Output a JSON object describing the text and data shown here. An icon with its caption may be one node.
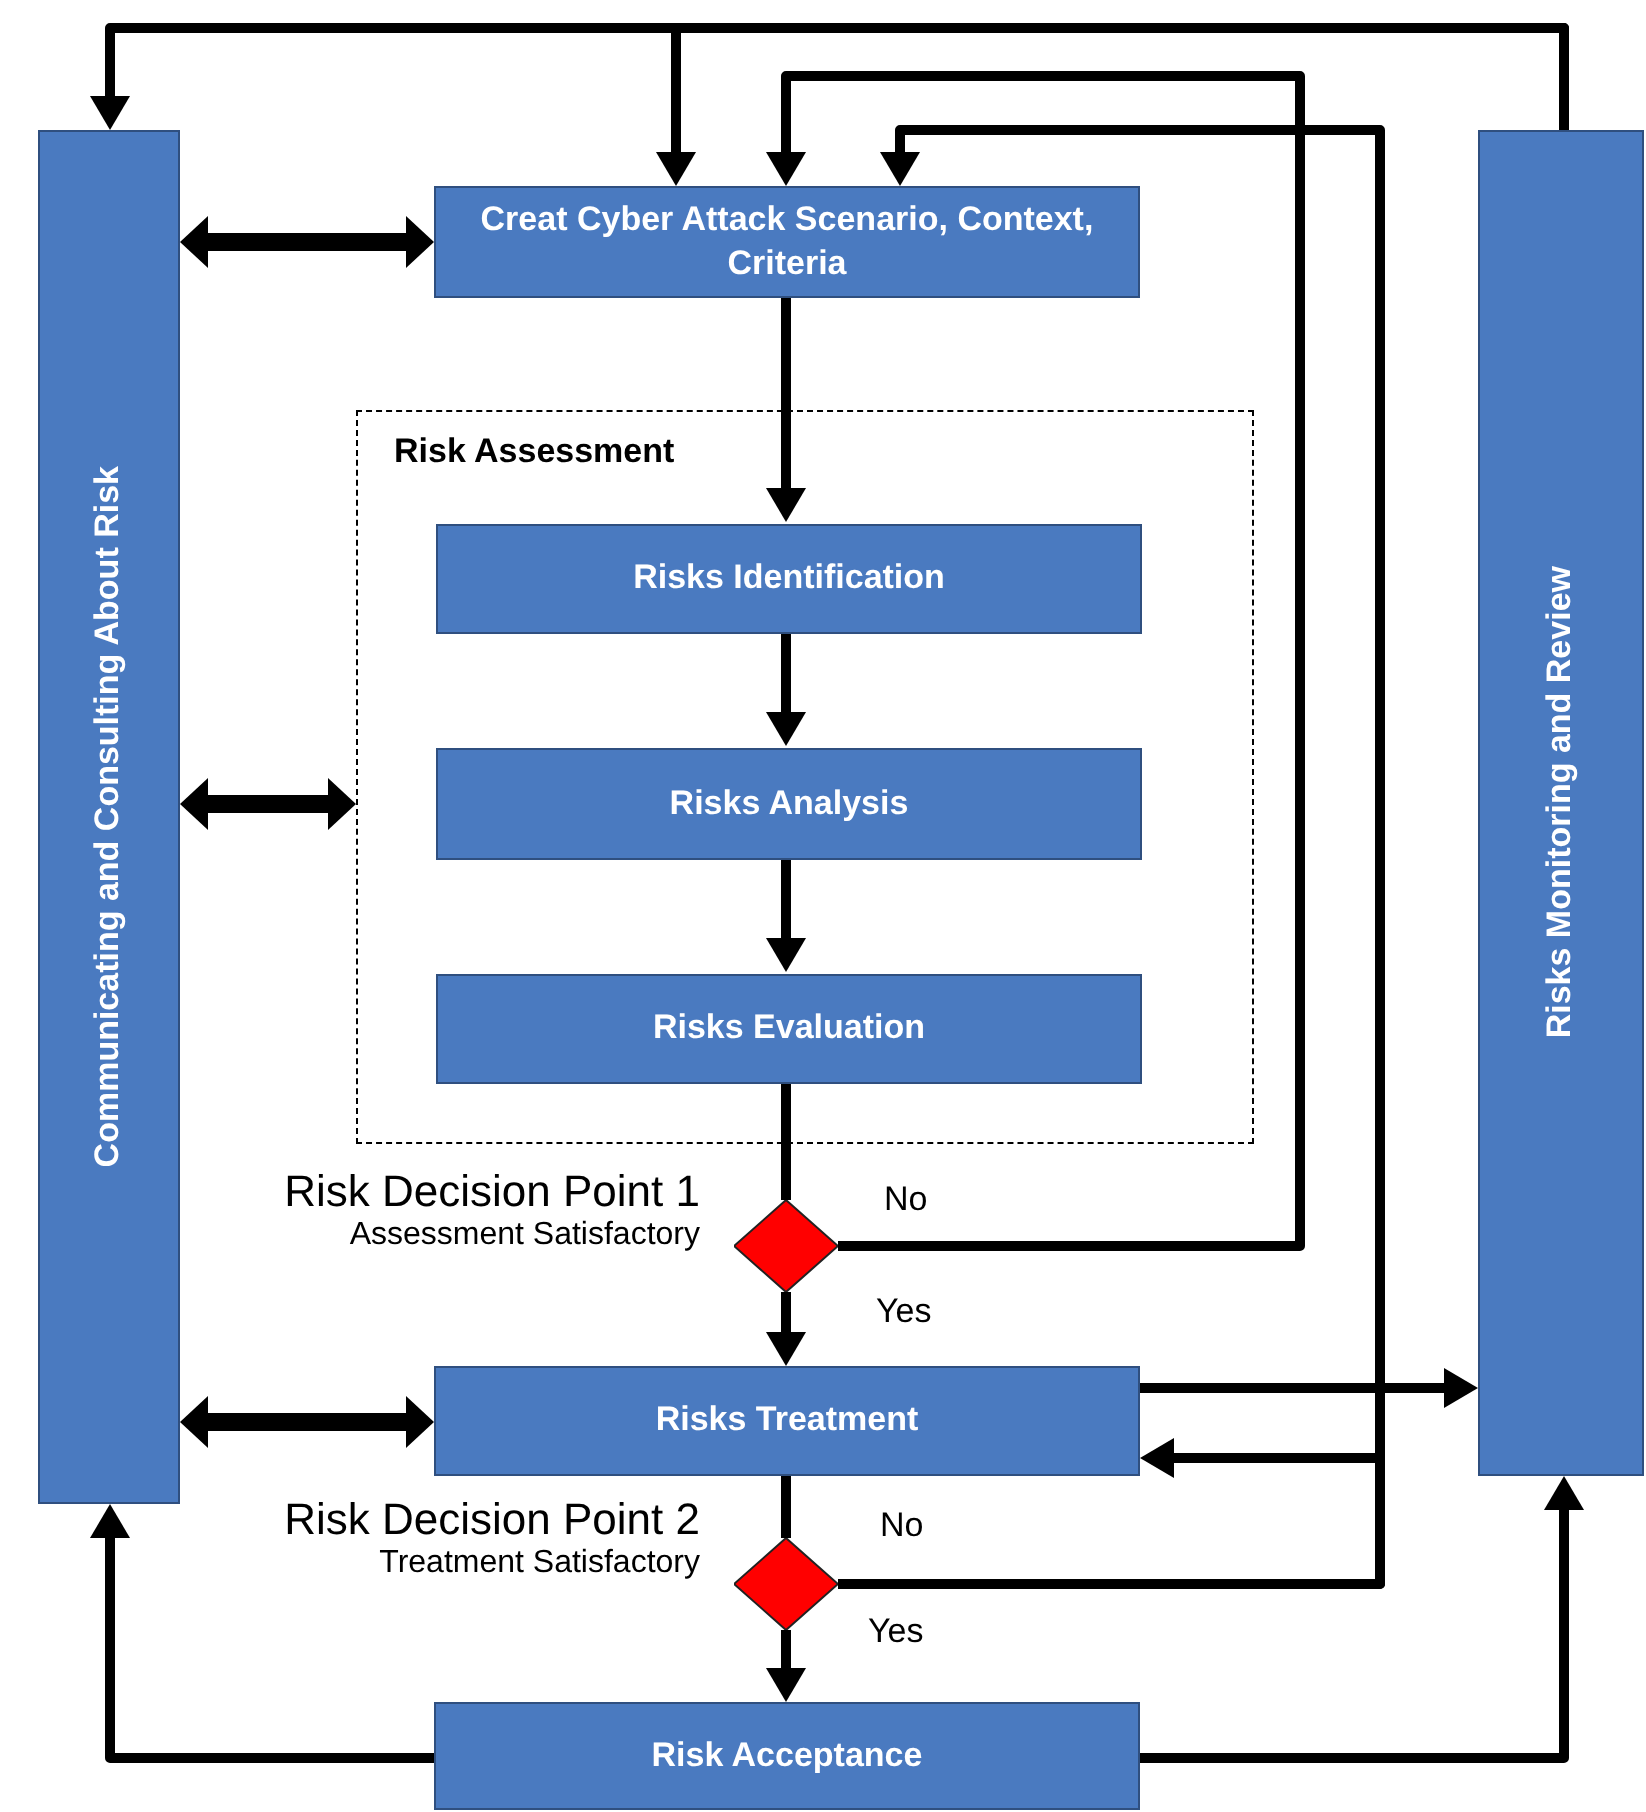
{
  "diagram": {
    "nodes": [
      {
        "text": [
          "Communicating and Consulting About Risk"
        ]
      },
      {
        "text": [
          "Creat Cyber Attack Scenario, Context, Criteria"
        ]
      },
      {
        "text": [
          "Risk Assessment"
        ]
      },
      {
        "text": [
          "Risks Identification"
        ],
        "in": 2
      },
      {
        "text": [
          "Risks Analysis"
        ],
        "in": 2
      },
      {
        "text": [
          "Risks Evaluation"
        ],
        "in": 2
      },
      {
        "text": [],
        "shape": "diamond",
        "beside": [
          "Risk Decision Point 1",
          "Assessment Satisfactory"
        ]
      },
      {
        "text": [
          "Risks Treatment"
        ]
      },
      {
        "text": [],
        "shape": "diamond",
        "beside": [
          "Risk Decision Point 2",
          "Treatment Satisfactory"
        ]
      },
      {
        "text": [
          "Risk Acceptance"
        ]
      },
      {
        "text": [
          "Risks Monitoring and Review"
        ]
      }
    ],
    "edges": [
      {
        "from": 0,
        "to": 1,
        "arrow": "both",
        "style": "thick"
      },
      {
        "from": 0,
        "to": 2,
        "arrow": "both",
        "style": "thick"
      },
      {
        "from": 0,
        "to": 7,
        "arrow": "both",
        "style": "thick"
      },
      {
        "from": 1,
        "to": 3,
        "arrow": "to"
      },
      {
        "from": 3,
        "to": 4,
        "arrow": "to"
      },
      {
        "from": 4,
        "to": 5,
        "arrow": "to"
      },
      {
        "from": 5,
        "to": 6,
        "arrow": "none"
      },
      {
        "from": 6,
        "to": 7,
        "arrow": "to",
        "label": "Yes"
      },
      {
        "from": 6,
        "to": 1,
        "arrow": "to",
        "label": "No"
      },
      {
        "from": 7,
        "to": 8,
        "arrow": "none"
      },
      {
        "from": 8,
        "to": 9,
        "arrow": "to",
        "label": "Yes"
      },
      {
        "from": 8,
        "to": 1,
        "arrow": "to",
        "label": "No"
      },
      {
        "from": 8,
        "to": 7,
        "arrow": "to"
      },
      {
        "from": 7,
        "to": 10,
        "arrow": "to"
      },
      {
        "from": 9,
        "to": 0,
        "arrow": "to"
      },
      {
        "from": 9,
        "to": 10,
        "arrow": "to"
      },
      {
        "from": 10,
        "to": 0,
        "arrow": "to"
      },
      {
        "from": 10,
        "to": 1,
        "arrow": "to"
      }
    ]
  }
}
